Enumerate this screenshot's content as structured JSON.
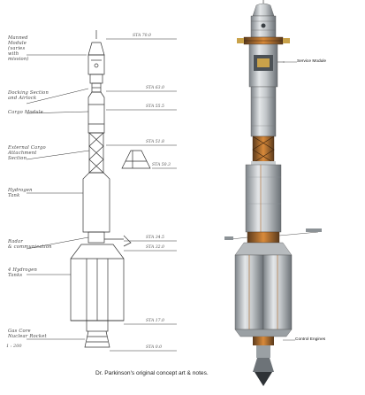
{
  "drawing": {
    "notes": [
      "Manned\nModule\n(varies\nwith\nmission)",
      "Docking Section\nand Airlock",
      "Cargo Module",
      "External Cargo\nAttachment\nSection",
      "Hydrogen\nTank",
      "Radar\n& communication",
      "4 Hydrogen\nTanks",
      "Gas Core\nNuclear Rocket"
    ],
    "stations": [
      "STA 70.0",
      "STA 63.0",
      "STA 55.5",
      "STA 51.8",
      "STA 50.3",
      "STA 34.5",
      "STA 32.0",
      "STA 17.0",
      "STA 0.0"
    ],
    "scale_note": "1 : 200",
    "caption": "Dr. Parkinson's original concept art & notes."
  },
  "render": {
    "labels": {
      "service_module": "Service Module",
      "control_engines": "Control Engines"
    }
  },
  "colors": {
    "ink": "#333333",
    "hull_light": "#d9dcde",
    "hull_mid": "#a9aeb2",
    "hull_dark": "#6d7378",
    "orange": "#d9822b",
    "gold": "#c9a24a"
  }
}
